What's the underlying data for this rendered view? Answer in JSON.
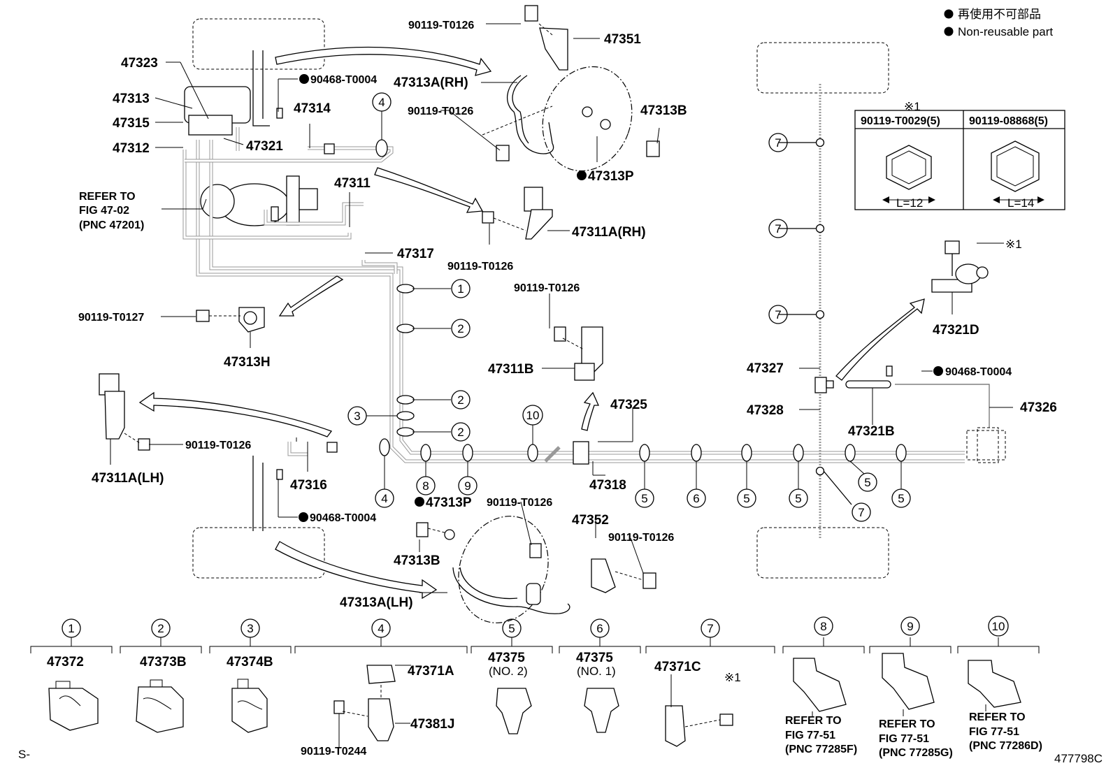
{
  "legend": {
    "jp": "再使用不可部品",
    "en": "Non-reusable part"
  },
  "diagram_id": "477798C",
  "corner_mark": "S-",
  "refer_box": {
    "mark": "※1",
    "col1": "90119-T0029(5)",
    "col2": "90119-08868(5)",
    "col1_size": "L=12",
    "col2_size": "L=14"
  },
  "labels": {
    "p47323": "47323",
    "p47313": "47313",
    "p47315": "47315",
    "p47312": "47312",
    "p47321": "47321",
    "p90468_top": "90468-T0004",
    "p47314": "47314",
    "refer1": "REFER TO",
    "refer2": "FIG 47-02",
    "refer3": "(PNC 47201)",
    "p47311": "47311",
    "p47317": "47317",
    "p90119_t0126_a": "90119-T0126",
    "p47351": "47351",
    "p47313a_rh": "47313A(RH)",
    "p90119_t0126_b": "90119-T0126",
    "p47313b_top": "47313B",
    "p47313p_top": "47313P",
    "p47311a_rh": "47311A(RH)",
    "p90119_t0126_c": "90119-T0126",
    "p90119_t0127": "90119-T0127",
    "p47313h": "47313H",
    "p90119_t0126_d": "90119-T0126",
    "p47311b": "47311B",
    "p47325": "47325",
    "p47311a_lh": "47311A(LH)",
    "p90119_t0126_e": "90119-T0126",
    "p47316": "47316",
    "p90468_mid": "90468-T0004",
    "p47313p_bot": "47313P",
    "p90119_t0126_f": "90119-T0126",
    "p47352": "47352",
    "p90119_t0126_g": "90119-T0126",
    "p47313b_bot": "47313B",
    "p47313a_lh": "47313A(LH)",
    "p47318": "47318",
    "p47327": "47327",
    "p47328": "47328",
    "p47321b": "47321B",
    "p90468_right": "90468-T0004",
    "p47326": "47326",
    "p47321d": "47321D",
    "mark1": "※1"
  },
  "callouts": [
    "1",
    "2",
    "2",
    "3",
    "2",
    "4",
    "4",
    "5",
    "5",
    "5",
    "5",
    "5",
    "6",
    "7",
    "7",
    "7",
    "7",
    "8",
    "9",
    "10"
  ],
  "bottom_parts": [
    {
      "num": "1",
      "part": "47372",
      "sub": ""
    },
    {
      "num": "2",
      "part": "47373B",
      "sub": ""
    },
    {
      "num": "3",
      "part": "47374B",
      "sub": ""
    },
    {
      "num": "4",
      "part": "47371A",
      "sub": "47381J",
      "bolt": "90119-T0244"
    },
    {
      "num": "5",
      "part": "47375",
      "sub": "(NO. 2)"
    },
    {
      "num": "6",
      "part": "47375",
      "sub": "(NO. 1)"
    },
    {
      "num": "7",
      "part": "47371C",
      "sub": "",
      "mark": "※1"
    },
    {
      "num": "8",
      "ref1": "REFER TO",
      "ref2": "FIG 77-51",
      "ref3": "(PNC 77285F)"
    },
    {
      "num": "9",
      "ref1": "REFER TO",
      "ref2": "FIG 77-51",
      "ref3": "(PNC 77285G)"
    },
    {
      "num": "10",
      "ref1": "REFER TO",
      "ref2": "FIG 77-51",
      "ref3": "(PNC 77286D)"
    }
  ]
}
